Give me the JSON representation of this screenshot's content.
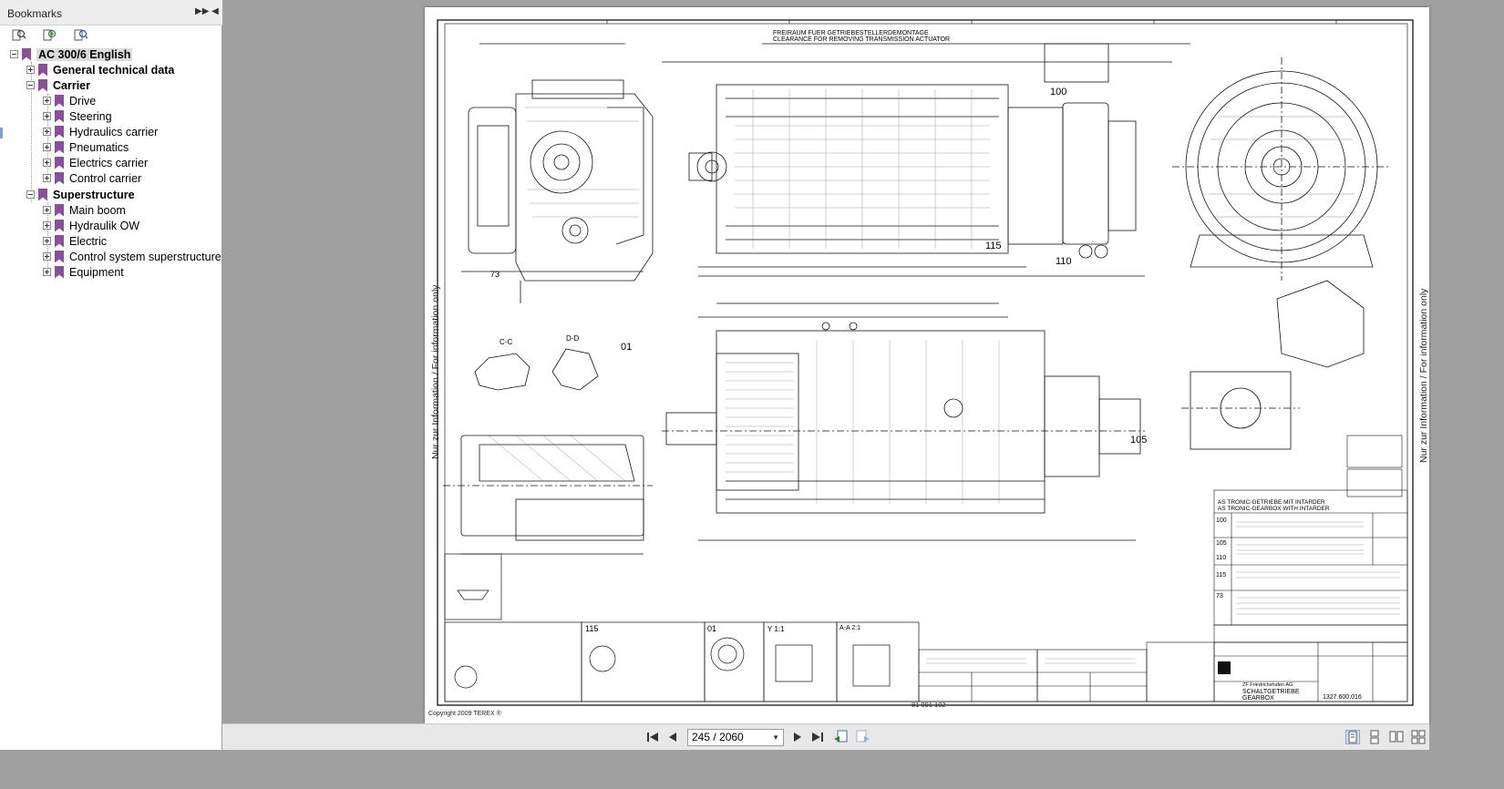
{
  "bookmarks_panel": {
    "title": "Bookmarks",
    "header_icons": [
      "options-icon",
      "collapse-panel-icon"
    ],
    "toolbar_icons": [
      "expand-bookmark-icon",
      "add-bookmark-icon",
      "find-bookmark-icon"
    ],
    "root": {
      "label": "AC 300/6 English"
    },
    "items": [
      {
        "label": "General technical data",
        "level": 1,
        "bold": true
      },
      {
        "label": "Carrier",
        "level": 1,
        "bold": true
      },
      {
        "label": "Drive",
        "level": 2
      },
      {
        "label": "Steering",
        "level": 2
      },
      {
        "label": "Hydraulics carrier",
        "level": 2
      },
      {
        "label": "Pneumatics",
        "level": 2
      },
      {
        "label": "Electrics carrier",
        "level": 2
      },
      {
        "label": "Control carrier",
        "level": 2
      },
      {
        "label": "Superstructure",
        "level": 1,
        "bold": true
      },
      {
        "label": "Main boom",
        "level": 2
      },
      {
        "label": "Hydraulik OW",
        "level": 2
      },
      {
        "label": "Electric",
        "level": 2
      },
      {
        "label": "Control system superstructure",
        "level": 2
      },
      {
        "label": "Equipment",
        "level": 2
      }
    ]
  },
  "document": {
    "side_note": "Nur zur Information / For information only",
    "copyright": "Copyright 2009 TEREX ®",
    "drawing_number": "81 091 102",
    "title_block": {
      "title_de": "SCHALTGETRIEBE",
      "title_en": "GEARBOX",
      "part_number": "1327.600.016",
      "company": "ZF Friedrichshafen AG",
      "version_a": "AS TRONIC-GETRIEBE MIT INTARDER",
      "version_b": "AS TRONIC-GEARBOX WITH INTARDER",
      "notes": [
        "100",
        "105",
        "110",
        "115",
        "73"
      ]
    },
    "callouts": [
      "100",
      "105",
      "110",
      "115",
      "73",
      "01"
    ],
    "section_labels": [
      "C-C",
      "D-D",
      "A-A 2:1",
      "Y 1:1"
    ],
    "header_note_de": "FREIRAUM FUER GETRIEBESTELLERDEMONTAGE",
    "header_note_en": "CLEARANCE FOR REMOVING TRANSMISSION ACTUATOR"
  },
  "navigation": {
    "current_page": "245",
    "total_pages": "2060",
    "page_display": "245 / 2060",
    "buttons": [
      "first-page",
      "previous-page",
      "next-page",
      "last-page",
      "previous-view",
      "next-view"
    ],
    "view_modes": [
      "single-page",
      "continuous",
      "facing",
      "continuous-facing"
    ]
  }
}
